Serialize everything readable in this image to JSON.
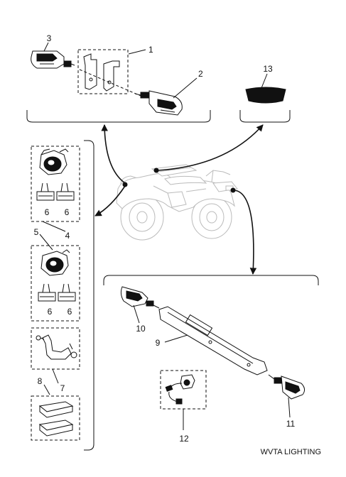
{
  "callouts": {
    "c1": "1",
    "c2": "2",
    "c3": "3",
    "c4": "4",
    "c5": "5",
    "c6a": "6",
    "c6b": "6",
    "c6c": "6",
    "c6d": "6",
    "c7": "7",
    "c8": "8",
    "c9": "9",
    "c10": "10",
    "c11": "11",
    "c12": "12",
    "c13": "13"
  },
  "caption": "WVTA LIGHTING"
}
